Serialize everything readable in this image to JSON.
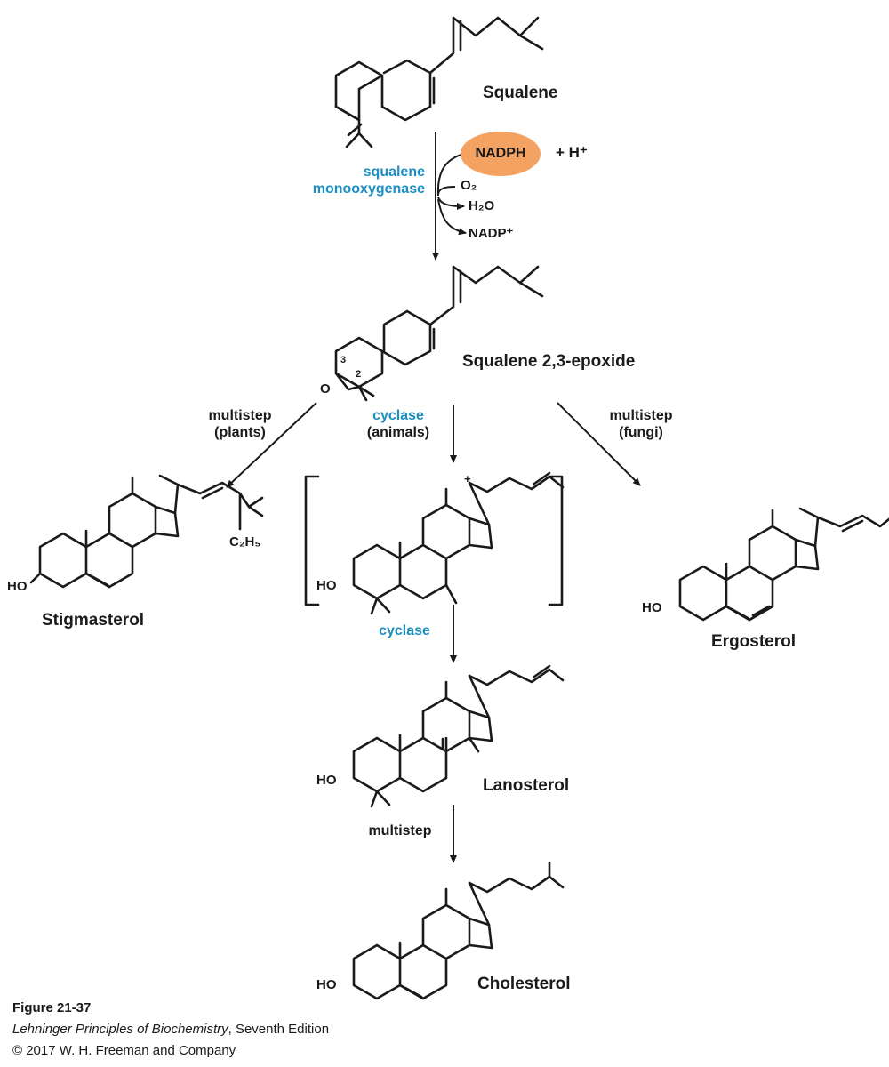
{
  "molecules": {
    "squalene": "Squalene",
    "epoxide": "Squalene 2,3-epoxide",
    "stigmasterol": "Stigmasterol",
    "ergosterol": "Ergosterol",
    "lanosterol": "Lanosterol",
    "cholesterol": "Cholesterol"
  },
  "steps": {
    "monooxygenase_line1": "squalene",
    "monooxygenase_line2": "monooxygenase",
    "plants_line1": "multistep",
    "plants_line2": "(plants)",
    "animals_line1": "cyclase",
    "animals_line2": "(animals)",
    "fungi_line1": "multistep",
    "fungi_line2": "(fungi)",
    "cyclase2": "cyclase",
    "to_cholesterol": "multistep"
  },
  "cofactors": {
    "nadph": "NADPH",
    "h_plus": "+ H⁺",
    "o2": "O₂",
    "h2o": "H₂O",
    "nadp": "NADP⁺"
  },
  "atoms": {
    "ho": "HO",
    "o": "O",
    "ethyl": "C₂H₅",
    "c3": "3",
    "c2": "2",
    "carbocation": "+"
  },
  "caption": {
    "figure": "Figure 21-37",
    "book": "Lehninger Principles of Biochemistry",
    "edition": ", Seventh Edition",
    "copyright": "© 2017 W. H. Freeman and Company"
  },
  "colors": {
    "enzyme_text": "#1b8fc0",
    "nadph_fill": "#f4a261"
  }
}
